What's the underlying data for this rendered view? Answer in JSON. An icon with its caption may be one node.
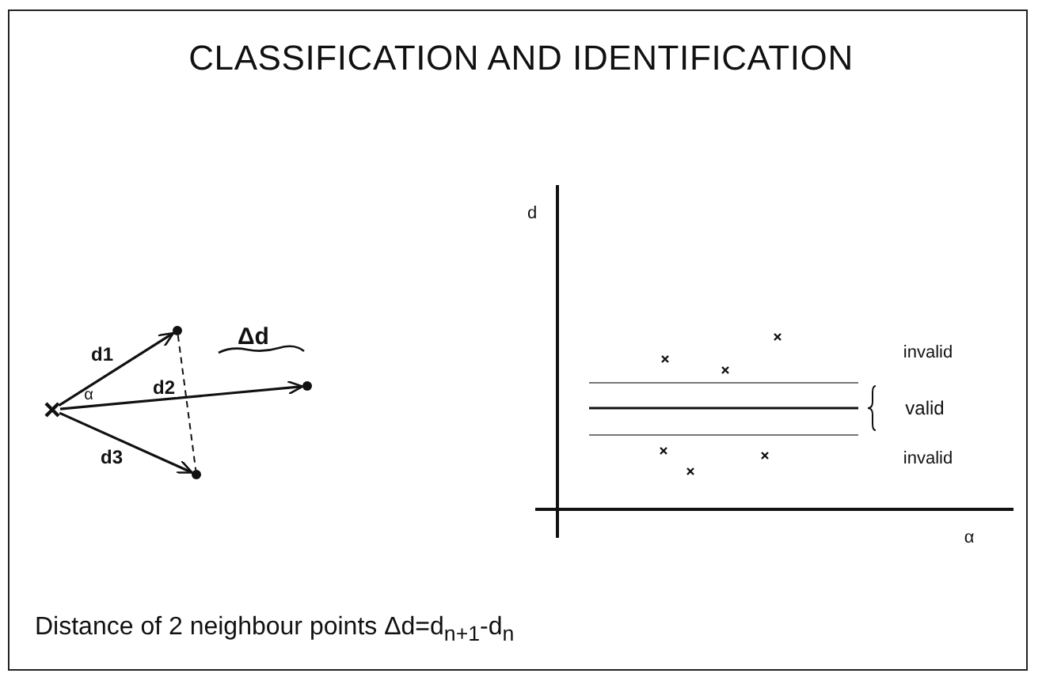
{
  "diagram": {
    "title": "CLASSIFICATION AND IDENTIFICATION",
    "caption": "Distance of 2 neighbour points Δd=d$_{n+1}$-d$_{n}$",
    "nodes": [
      {
        "text": [],
        "shape": "cross"
      },
      {
        "text": [],
        "shape": "point"
      },
      {
        "text": [],
        "shape": "point"
      },
      {
        "text": [],
        "shape": "point"
      }
    ],
    "edges": [
      {
        "from": 0,
        "to": 1,
        "arrow": "to",
        "label": "d1"
      },
      {
        "from": 0,
        "to": 2,
        "arrow": "to",
        "label": "d2"
      },
      {
        "from": 0,
        "to": 3,
        "arrow": "to",
        "label": "d3"
      },
      {
        "from": 1,
        "to": 3,
        "arrow": "none",
        "style": "dashed"
      }
    ],
    "labels": [
      "α",
      "Δd",
      "d",
      "α",
      "invalid",
      "valid",
      "invalid"
    ]
  }
}
